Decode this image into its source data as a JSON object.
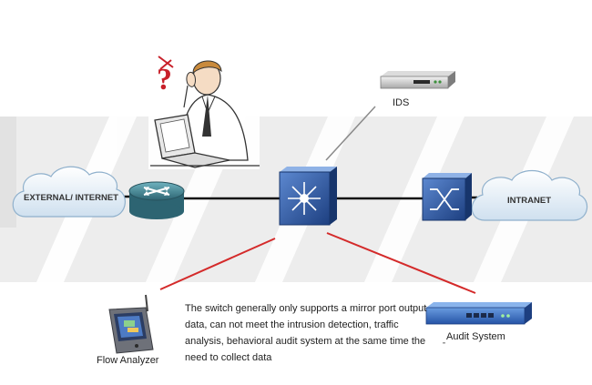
{
  "labels": {
    "external_internet": "EXTERNAL/ INTERNET",
    "intranet": "INTRANET",
    "ids": "IDS",
    "flow_analyzer": "Flow Analyzer",
    "audit_system": "Audit System"
  },
  "note": "The switch generally only supports a mirror port output data, can not meet the intrusion detection, traffic analysis, behavioral audit system at the same time the need to collect data",
  "icons": {
    "person": "confused-user-at-laptop-icon",
    "router": "router-icon",
    "core_switch": "layer3-switch-icon",
    "access_switch": "switch-icon",
    "ids": "ids-appliance-icon",
    "flow_analyzer": "handheld-analyzer-icon",
    "audit_system": "audit-appliance-icon"
  },
  "colors": {
    "link_black": "#111111",
    "link_red": "#d42a2a",
    "link_gray": "#8a8a8a",
    "switch_blue": "#2c5aa8",
    "router_teal": "#3f7f8f",
    "question_red": "#c8202a",
    "band_gray": "#ececec"
  }
}
